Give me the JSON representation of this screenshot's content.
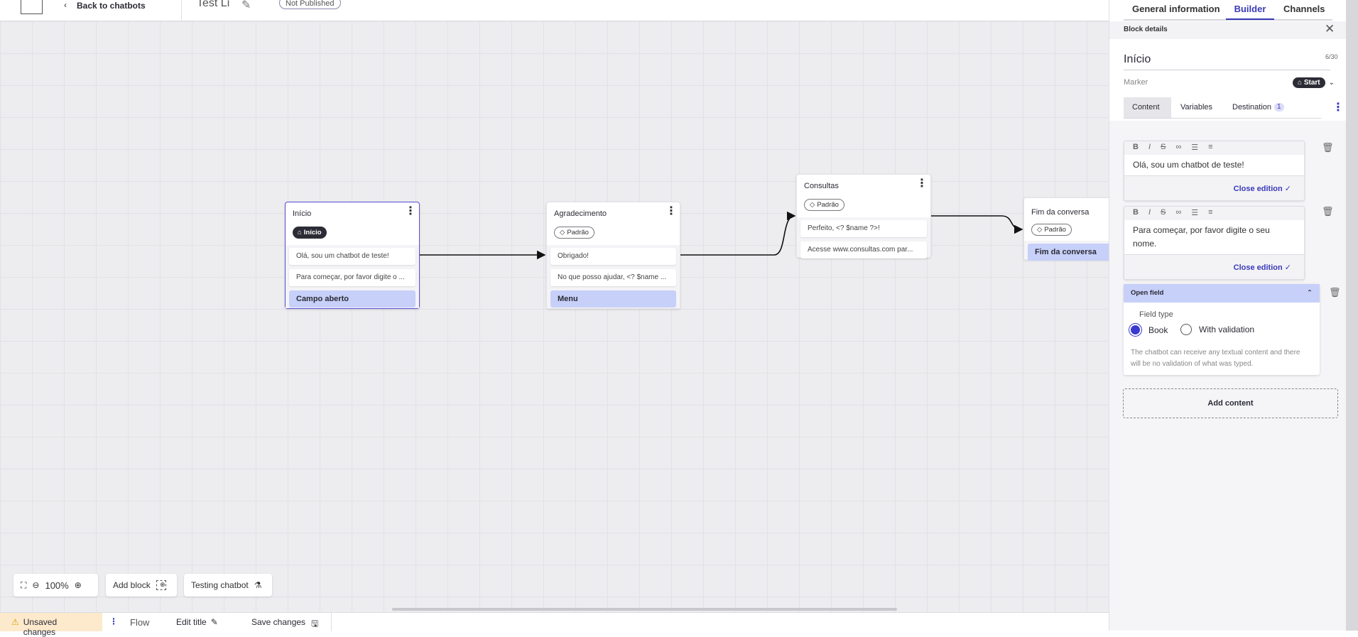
{
  "header": {
    "back_label": "Back to chatbots",
    "chatbot_title": "Test Li",
    "status_badge": "Not Published"
  },
  "panel_tabs": [
    {
      "label": "General information"
    },
    {
      "label": "Builder",
      "active": true
    },
    {
      "label": "Channels"
    }
  ],
  "block_details": {
    "header": "Block details",
    "name": "Início",
    "char_count": "6/30",
    "marker_label": "Marker",
    "marker_value": "Start",
    "tabs": [
      {
        "label": "Content",
        "active": true
      },
      {
        "label": "Variables"
      },
      {
        "label": "Destination",
        "count": "1"
      }
    ],
    "editors": [
      {
        "text": "Olá, sou um chatbot de teste!",
        "close_label": "Close edition"
      },
      {
        "text": "Para começar, por favor digite o seu nome.",
        "close_label": "Close edition"
      }
    ],
    "toolbar_icons": [
      "bold",
      "italic",
      "strikethrough",
      "link",
      "bullet-list",
      "numbered-list"
    ],
    "open_field": {
      "title": "Open field",
      "field_type_label": "Field type",
      "options": [
        {
          "label": "Book",
          "selected": true
        },
        {
          "label": "With validation",
          "selected": false
        }
      ],
      "description": "The chatbot can receive any textual content and there will be no validation of what was typed."
    },
    "add_content_label": "Add content"
  },
  "nodes": [
    {
      "title": "Início",
      "badge": "Início",
      "badge_style": "dark",
      "items": [
        "Olá, sou um chatbot de teste!",
        "Para começar, por favor digite o ..."
      ],
      "footer": "Campo aberto"
    },
    {
      "title": "Agradecimento",
      "badge": "Padrão",
      "badge_style": "outline",
      "items": [
        "Obrigado!",
        "No que posso ajudar, <? $name ..."
      ],
      "footer": "Menu"
    },
    {
      "title": "Consultas",
      "badge": "Padrão",
      "badge_style": "outline",
      "items": [
        "Perfeito, <? $name ?>!",
        "Acesse www.consultas.com par..."
      ]
    },
    {
      "title": "Fim da conversa",
      "badge": "Padrão",
      "badge_style": "outline",
      "footer": "Fim da conversa"
    }
  ],
  "canvas_tools": {
    "zoom": "100%",
    "add_block": "Add block",
    "testing": "Testing chatbot"
  },
  "bottom": {
    "unsaved": "Unsaved changes",
    "flow": "Flow",
    "edit_title": "Edit title",
    "save": "Save changes"
  },
  "colors": {
    "accent": "#3a3ab8",
    "highlight": "#c7d0f8",
    "warning_bg": "#fde9cc"
  }
}
